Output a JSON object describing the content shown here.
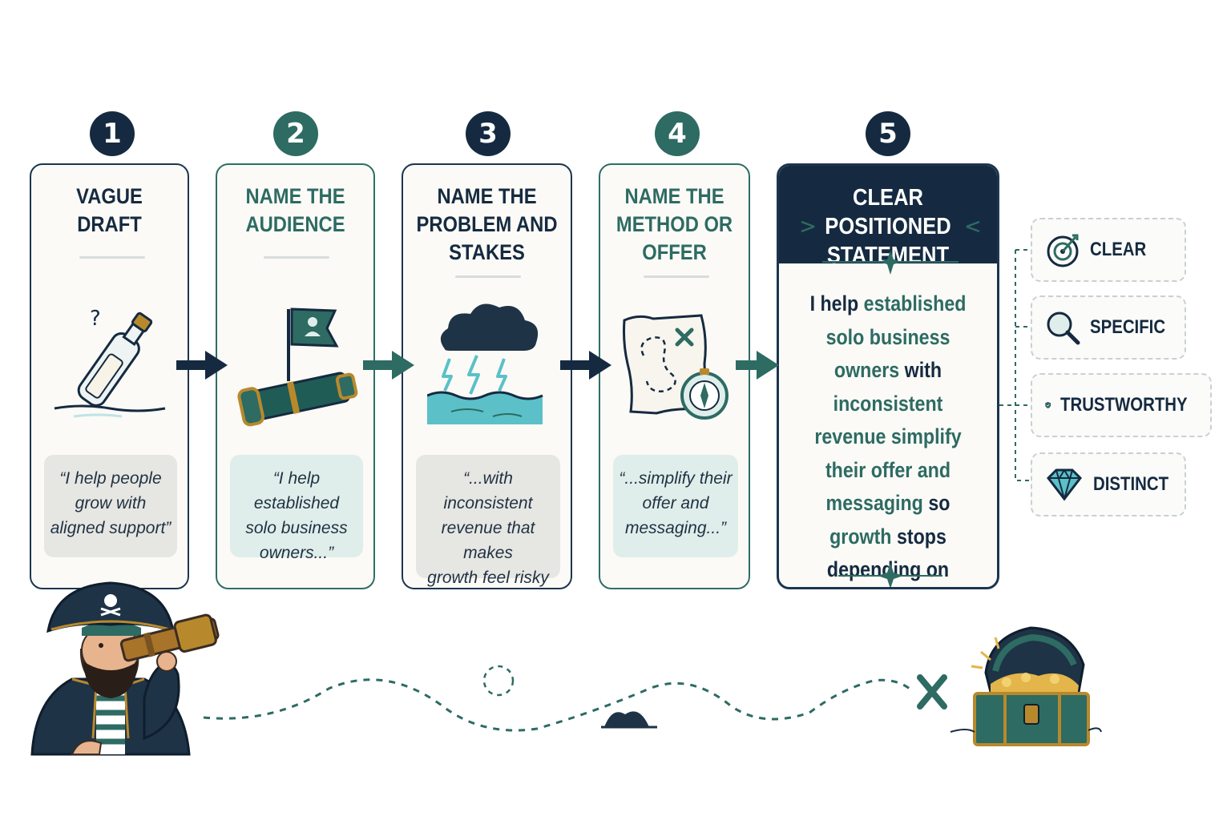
{
  "steps": [
    {
      "number": "1",
      "title": "VAGUE\nDRAFT",
      "quote": "“I help people\ngrow with\naligned support”",
      "icon": "message-in-bottle-icon"
    },
    {
      "number": "2",
      "title": "NAME THE\nAUDIENCE",
      "quote": "“I help established\nsolo business\nowners...”",
      "icon": "flag-and-spyglass-icon"
    },
    {
      "number": "3",
      "title": "NAME THE\nPROBLEM AND\nSTAKES",
      "quote": "“...with inconsistent\nrevenue that makes\ngrowth feel risky\nand exhausting...”",
      "icon": "storm-cloud-icon"
    },
    {
      "number": "4",
      "title": "NAME THE\nMETHOD OR\nOFFER",
      "quote": "“...simplify their\noffer and\nmessaging...”",
      "icon": "treasure-map-compass-icon"
    }
  ],
  "final": {
    "number": "5",
    "title": "CLEAR POSITIONED\nSTATEMENT",
    "statement_parts": [
      {
        "text": "I help ",
        "highlight": false
      },
      {
        "text": "established solo business owners",
        "highlight": true
      },
      {
        "text": " with ",
        "highlight": false
      },
      {
        "text": "inconsistent revenue",
        "highlight": true
      },
      {
        "text": " ",
        "highlight": false
      },
      {
        "text": "simplify their offer and messaging",
        "highlight": true
      },
      {
        "text": " so ",
        "highlight": false
      },
      {
        "text": "growth",
        "highlight": true
      },
      {
        "text": " stops depending on constant hustle.",
        "highlight": false
      }
    ]
  },
  "qualities": [
    {
      "label": "CLEAR",
      "icon": "target-icon"
    },
    {
      "label": "SPECIFIC",
      "icon": "magnifier-icon"
    },
    {
      "label": "TRUSTWORTHY",
      "icon": "shield-check-icon"
    },
    {
      "label": "DISTINCT",
      "icon": "diamond-icon"
    }
  ],
  "colors": {
    "navy": "#152a40",
    "teal": "#2d6b63",
    "sea": "#5bc0c8",
    "gold": "#b8892c",
    "mint": "#dfeeea"
  }
}
